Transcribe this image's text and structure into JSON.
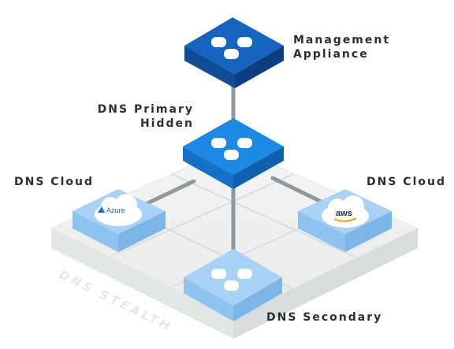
{
  "labels": {
    "management": [
      "Management",
      "Appliance"
    ],
    "primary": [
      "DNS Primary",
      "Hidden"
    ],
    "cloud_left": "DNS Cloud",
    "cloud_right": "DNS Cloud",
    "secondary": "DNS Secondary",
    "platform": "DNS STEALTH"
  },
  "cloud_logos": {
    "left": "Azure",
    "right": "aws"
  },
  "colors": {
    "management": "#1565c0",
    "primary": "#1e88e5",
    "node_light": "#9ccdf5",
    "connector": "#8f979f",
    "platform": "#eceeee"
  },
  "icons": [
    "grid-icon",
    "cloud-icon"
  ]
}
